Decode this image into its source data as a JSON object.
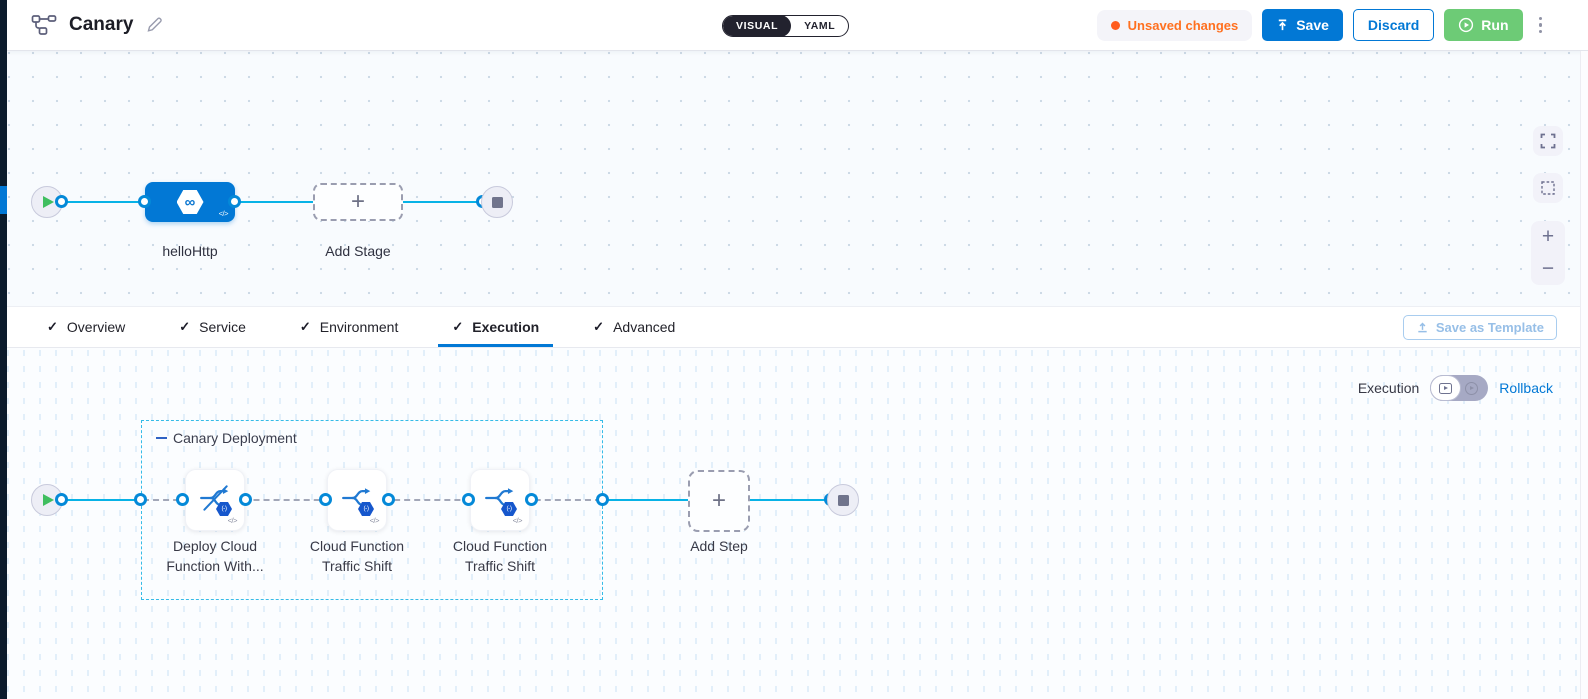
{
  "header": {
    "title": "Canary",
    "mode_toggle": {
      "visual_label": "VISUAL",
      "yaml_label": "YAML"
    },
    "unsaved_changes_label": "Unsaved changes",
    "save_label": "Save",
    "discard_label": "Discard",
    "run_label": "Run"
  },
  "stage_canvas": {
    "stage_name": "helloHttp",
    "add_stage_label": "Add Stage"
  },
  "tab_bar": {
    "tabs": [
      {
        "label": "Overview"
      },
      {
        "label": "Service"
      },
      {
        "label": "Environment"
      },
      {
        "label": "Execution"
      },
      {
        "label": "Advanced"
      }
    ],
    "active_tab": "Execution",
    "save_as_template_label": "Save as Template"
  },
  "execution_canvas": {
    "mode_label": "Execution",
    "rollback_label": "Rollback",
    "group_label": "Canary Deployment",
    "steps": [
      {
        "name_line1": "Deploy Cloud",
        "name_line2": "Function With..."
      },
      {
        "name_line1": "Cloud Function",
        "name_line2": "Traffic Shift"
      },
      {
        "name_line1": "Cloud Function",
        "name_line2": "Traffic Shift"
      }
    ],
    "add_step_label": "Add Step"
  },
  "icons": {
    "check": "✓",
    "plus": "+",
    "minus": "−",
    "infinity": "∞",
    "code": "</>",
    "function_badge": "(-)"
  },
  "colors": {
    "primary_blue": "#0278d5",
    "connector_cyan": "#07b2e6",
    "unsaved_orange": "#ff7020",
    "run_green": "#6dcb76",
    "dark_nav": "#0b1b2c"
  }
}
